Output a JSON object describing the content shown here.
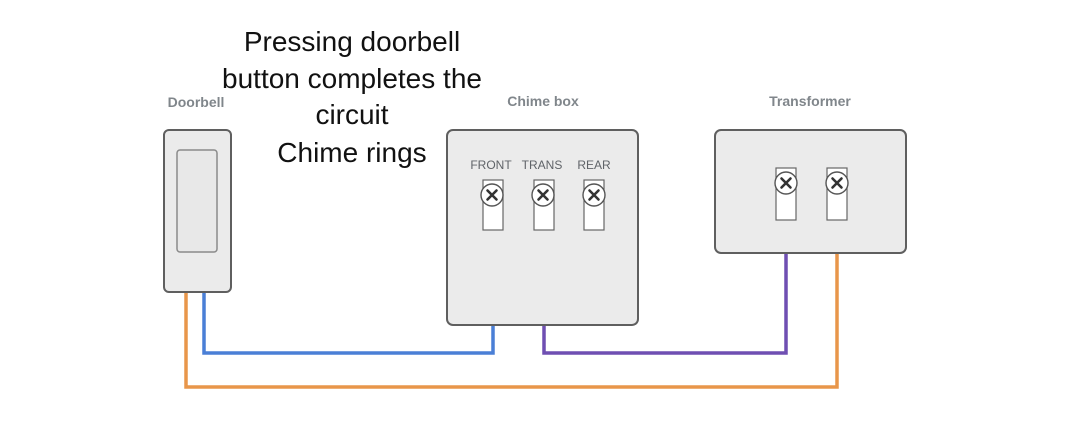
{
  "components": {
    "doorbell": {
      "label": "Doorbell"
    },
    "chime_box": {
      "label": "Chime box",
      "terminals": [
        "FRONT",
        "TRANS",
        "REAR"
      ]
    },
    "transformer": {
      "label": "Transformer"
    }
  },
  "caption": {
    "lines": [
      "Pressing doorbell",
      "button completes the",
      "circuit",
      "Chime rings"
    ]
  },
  "wires": [
    {
      "name": "blue",
      "color": "#4a7fd6",
      "from": "Doorbell",
      "to": "Chime box FRONT"
    },
    {
      "name": "purple",
      "color": "#6f4fb2",
      "from": "Chime box TRANS",
      "to": "Transformer terminal 1"
    },
    {
      "name": "orange",
      "color": "#e8964a",
      "from": "Doorbell",
      "to": "Transformer terminal 2"
    }
  ]
}
